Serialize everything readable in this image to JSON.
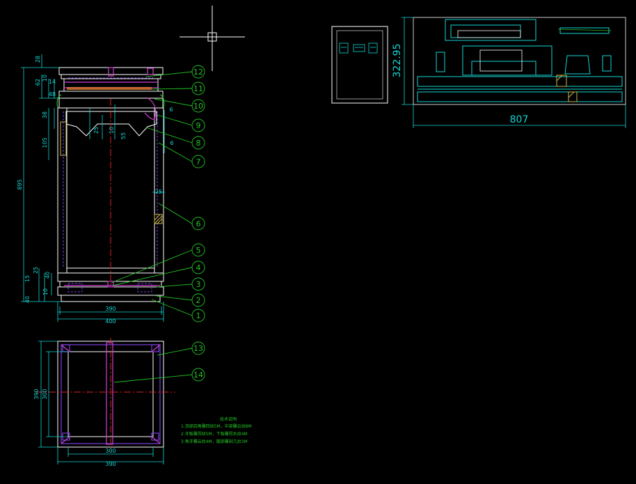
{
  "colors": {
    "background": "#000000",
    "outline": "#ffffff",
    "dimension": "#16d6d6",
    "leader": "#23c323",
    "hidden_line": "#7b3fe0",
    "center_line": "#dd2222",
    "magenta": "#d43fd4",
    "hatch": "#c8b84a"
  },
  "side_view": {
    "dims_left": [
      "28",
      "62",
      "10",
      "14",
      "48",
      "38",
      "105",
      "895",
      "25",
      "40",
      "15",
      "10",
      "40"
    ],
    "dims_inner": [
      "25",
      "10",
      "55",
      "6",
      "6",
      "25"
    ],
    "dims_bottom": [
      "390",
      "400"
    ],
    "balloons": [
      "12",
      "11",
      "10",
      "9",
      "8",
      "7",
      "6",
      "5",
      "4",
      "3",
      "2",
      "1"
    ]
  },
  "plan_view": {
    "dims_left": [
      "390",
      "300"
    ],
    "dims_bottom": [
      "300",
      "390"
    ],
    "balloons": [
      "13",
      "14"
    ]
  },
  "overview": {
    "height_dim": "322.95",
    "width_dim": "807"
  },
  "notes": {
    "title": "技术说明",
    "lines": [
      "1.顶部四角雕回纹5M，中部雕云纹8M",
      "2.牙板雕拐纹5M，下板雕拐水纹4M",
      "3.角牙雕云纹4M，腿部雕刻几纹3M"
    ]
  }
}
